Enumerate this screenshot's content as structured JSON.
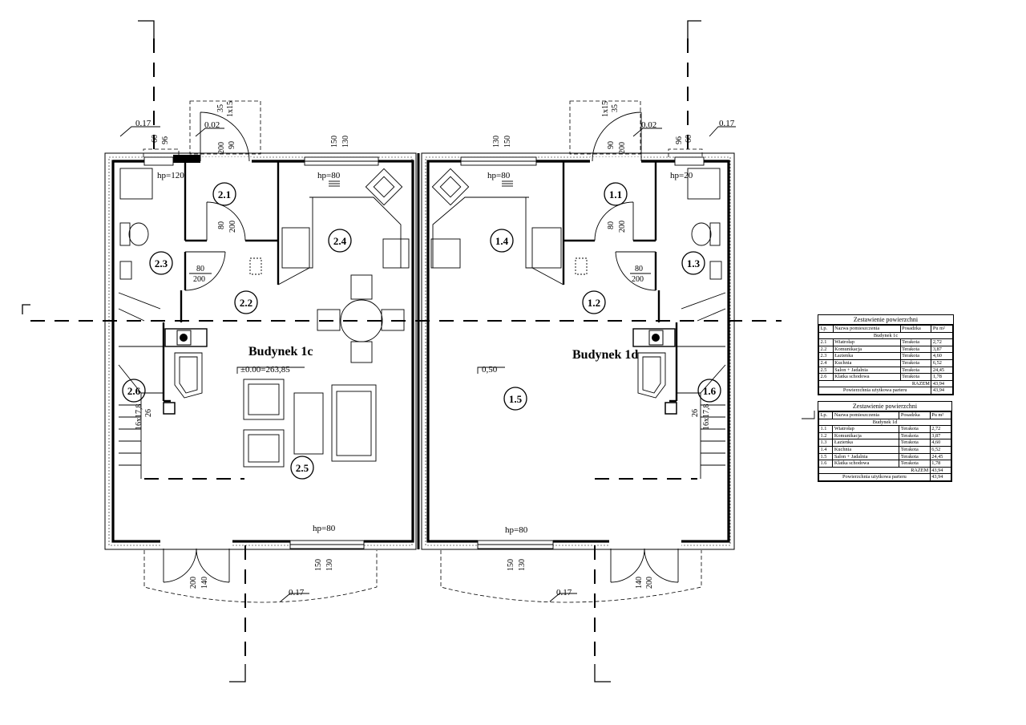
{
  "buildings": [
    {
      "id": "1c",
      "label": "Budynek 1c",
      "level": "±0.00=263,85",
      "rooms": [
        "2.1",
        "2.2",
        "2.3",
        "2.4",
        "2.5",
        "2.6"
      ]
    },
    {
      "id": "1d",
      "label": "Budynek 1d",
      "level": "0,50",
      "rooms": [
        "1.1",
        "1.2",
        "1.3",
        "1.4",
        "1.5",
        "1.6"
      ]
    }
  ],
  "elevations": {
    "outside": "0.17",
    "porch": "0.02"
  },
  "window_labels": {
    "sill_80": "hp=80",
    "sill_120": "hp=120",
    "sill_20": "hp=20"
  },
  "dimensions": {
    "w150": "150",
    "w130": "130",
    "w90": "90",
    "w60": "60",
    "w96": "96",
    "w200": "200",
    "w80": "80",
    "w140": "140",
    "w35": "35",
    "stairs_1c": "16x17,8",
    "stairs_1d": "16x17,8",
    "stairs_26": "26",
    "skylight": "1x15"
  },
  "tables": [
    {
      "title": "Zestawienie powierzchni",
      "headers": [
        "Lp.",
        "Nazwa pomieszczenia",
        "Posadzka",
        "Pu m²"
      ],
      "building_row": "Budynek 1c",
      "rows": [
        [
          "2.1",
          "Wiatrołap",
          "Terakota",
          "2,72"
        ],
        [
          "2.2",
          "Komunikacja",
          "Terakota",
          "3,87"
        ],
        [
          "2.3",
          "Łazienka",
          "Terakota",
          "4,60"
        ],
        [
          "2.4",
          "Kuchnia",
          "Terakota",
          "6,52"
        ],
        [
          "2.5",
          "Salon + Jadalnia",
          "Terakota",
          "24,45"
        ],
        [
          "2.6",
          "Klatka schodowa",
          "Terakota",
          "1,78"
        ]
      ],
      "total_label": "RAZEM",
      "total": "43,94",
      "footer_label": "Powierzchnia użytkowa parteru",
      "footer": "43,94"
    },
    {
      "title": "Zestawienie powierzchni",
      "headers": [
        "Lp.",
        "Nazwa pomieszczenia",
        "Posadzka",
        "Pu m²"
      ],
      "building_row": "Budynek 1d",
      "rows": [
        [
          "1.1",
          "Wiatrołap",
          "Terakota",
          "2,72"
        ],
        [
          "1.2",
          "Komunikacja",
          "Terakota",
          "3,87"
        ],
        [
          "1.3",
          "Łazienka",
          "Terakota",
          "4,60"
        ],
        [
          "1.4",
          "Kuchnia",
          "Terakota",
          "6,52"
        ],
        [
          "1.5",
          "Salon + Jadalnia",
          "Terakota",
          "24,45"
        ],
        [
          "1.6",
          "Klatka schodowa",
          "Terakota",
          "1,78"
        ]
      ],
      "total_label": "RAZEM",
      "total": "43,94",
      "footer_label": "Powierzchnia użytkowa parteru",
      "footer": "43,94"
    }
  ]
}
